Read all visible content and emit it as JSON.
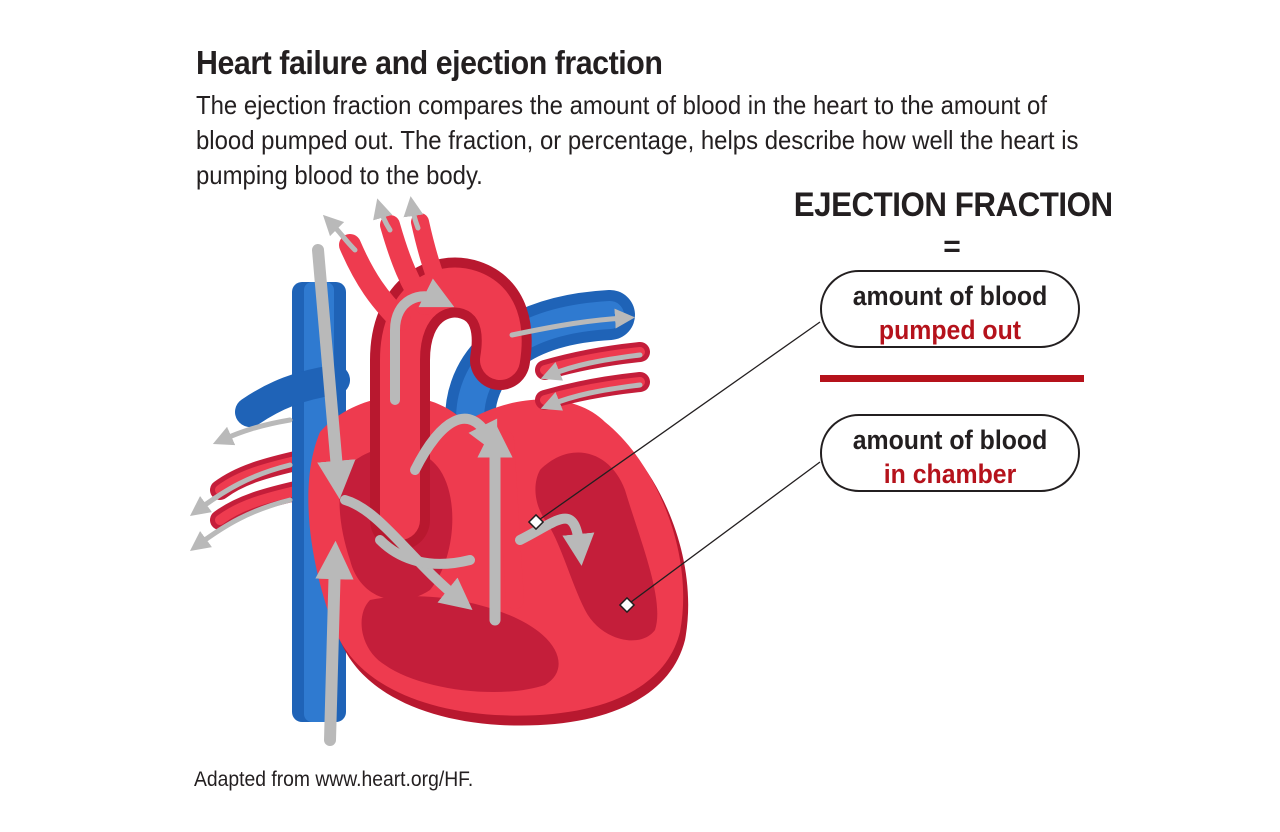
{
  "title": "Heart failure and ejection fraction",
  "intro": "The ejection fraction compares the amount of blood in the heart to the amount of blood pumped out. The fraction, or percentage, helps describe how well the heart is pumping blood to the body.",
  "formula": {
    "heading": "EJECTION FRACTION",
    "equals": "=",
    "numerator": {
      "line1": "amount of blood",
      "line2": "pumped out"
    },
    "denominator": {
      "line1": "amount of blood",
      "line2": "in chamber"
    }
  },
  "source": "Adapted from www.heart.org/HF.",
  "colors": {
    "accent_red": "#b5121b",
    "heart_red": "#ee3b4f",
    "chamber_red": "#c41e3a",
    "vein_blue": "#1f63b7",
    "flow_arrow_gray": "#b9b9b9",
    "text": "#231f20"
  }
}
